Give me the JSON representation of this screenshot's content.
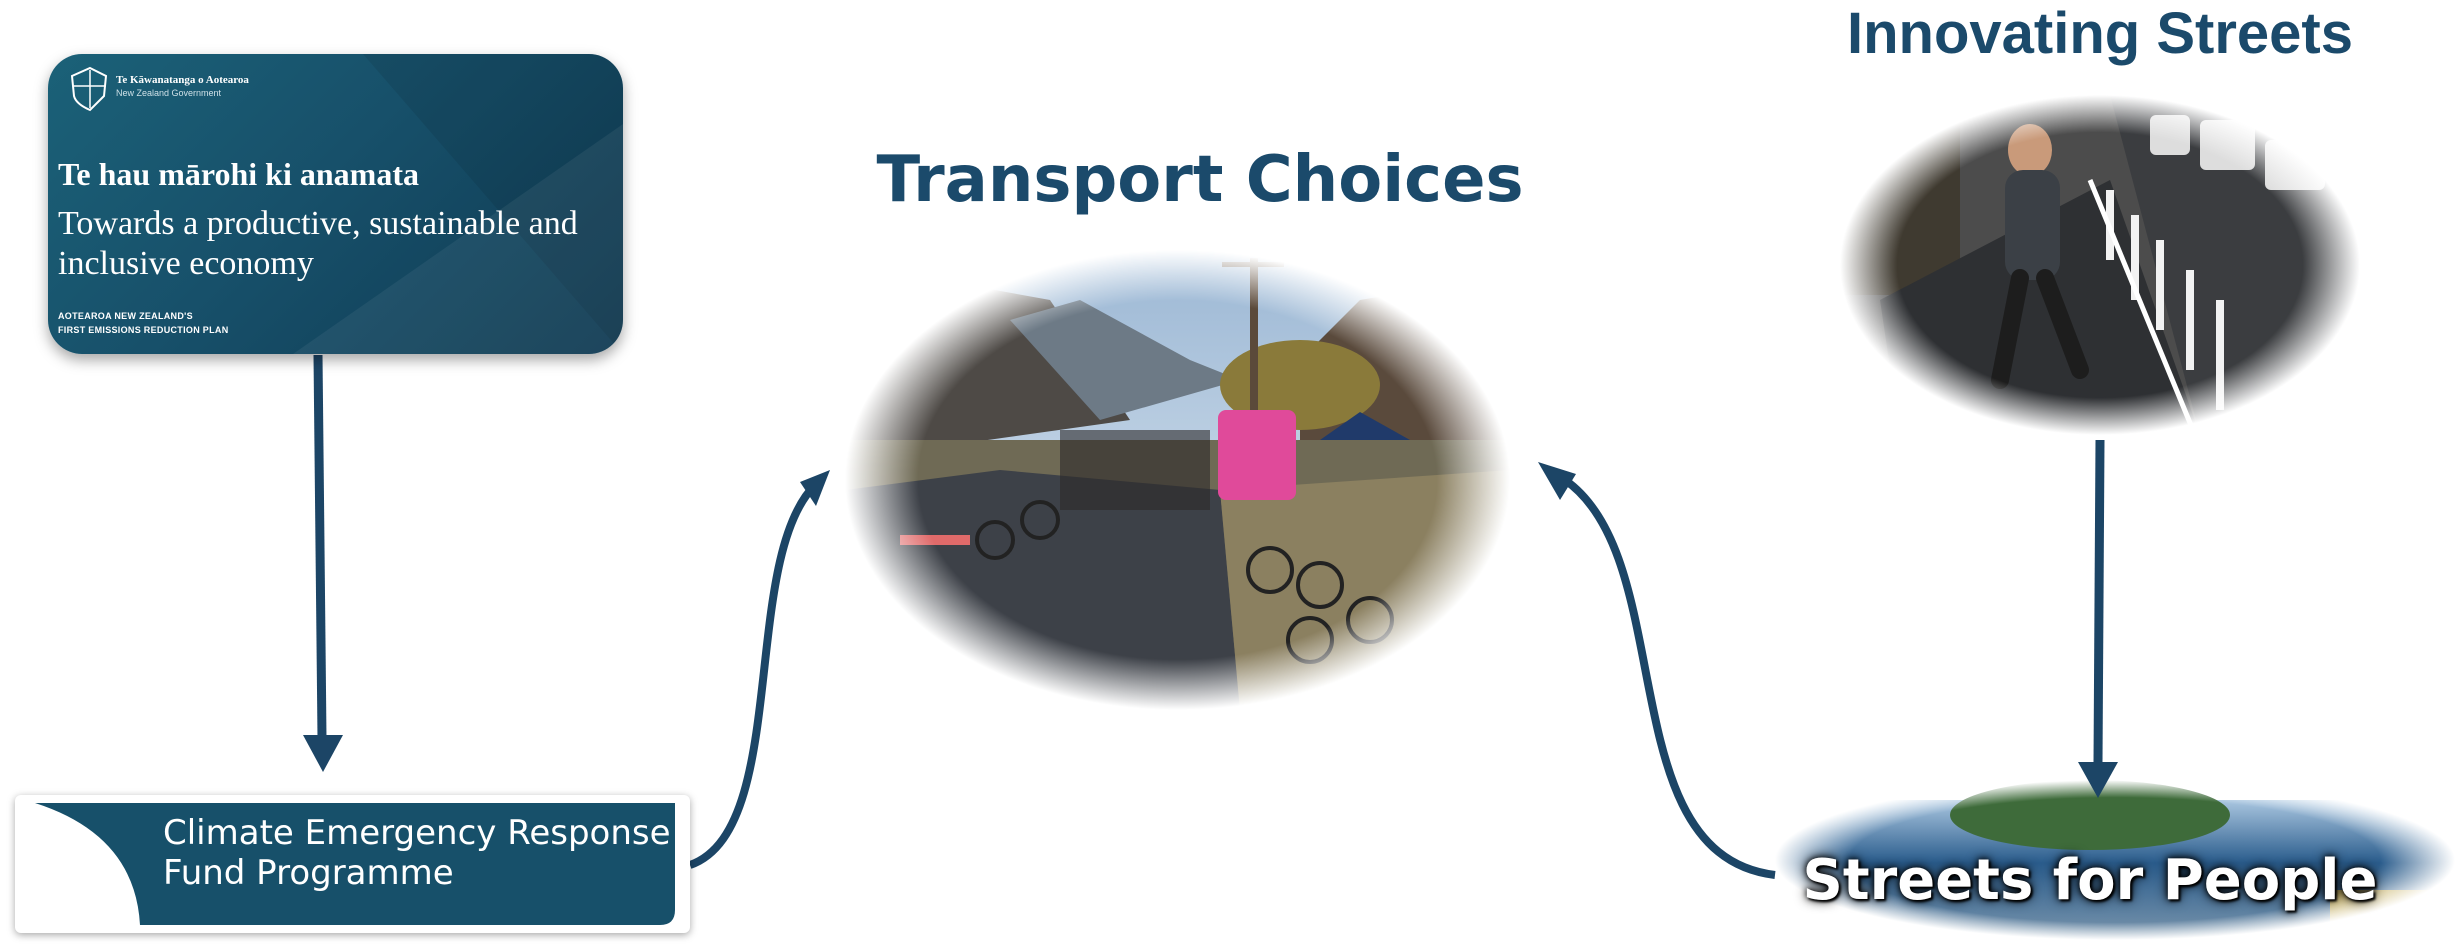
{
  "erp_card": {
    "gov_name": "Te Kāwanatanga o Aotearoa",
    "gov_sub": "New Zealand Government",
    "title_maori": "Te hau mārohi ki anamata",
    "subtitle": "Towards a productive, sustainable and inclusive economy",
    "footer_line1": "AOTEAROA NEW ZEALAND'S",
    "footer_line2": "FIRST EMISSIONS REDUCTION PLAN"
  },
  "cerf_card": {
    "label": "Climate Emergency Response Fund Programme"
  },
  "center": {
    "title": "Transport Choices"
  },
  "right_top": {
    "title": "Innovating Streets"
  },
  "right_bottom": {
    "label": "Streets for People"
  },
  "colors": {
    "navy": "#1b4a6b",
    "teal_card": "#17506a",
    "arrow": "#1c4566"
  }
}
